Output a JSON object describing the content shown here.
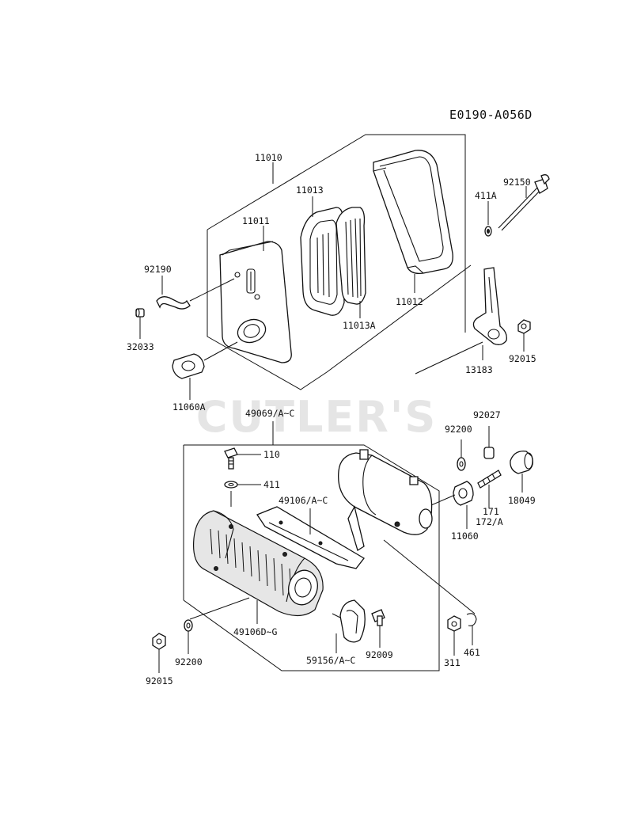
{
  "diagram": {
    "code": "E0190-A056D",
    "watermark": "CUTLER'S",
    "labels": {
      "p11010": "11010",
      "p11013": "11013",
      "p92150": "92150",
      "p411A": "411A",
      "p11011": "11011",
      "p92190": "92190",
      "p11012": "11012",
      "p11013A": "11013A",
      "p32033": "32033",
      "p92015a": "92015",
      "p13183": "13183",
      "p11060A": "11060A",
      "p49069": "49069/A~C",
      "p92027": "92027",
      "p92200a": "92200",
      "p110": "110",
      "p411": "411",
      "p49106": "49106/A~C",
      "p171": "171",
      "p18049": "18049",
      "p172": "172/A",
      "p11060": "11060",
      "p49106D": "49106D~G",
      "p461": "461",
      "p59156": "59156/A~C",
      "p92009": "92009",
      "p311": "311",
      "p92200b": "92200",
      "p92015b": "92015"
    }
  }
}
